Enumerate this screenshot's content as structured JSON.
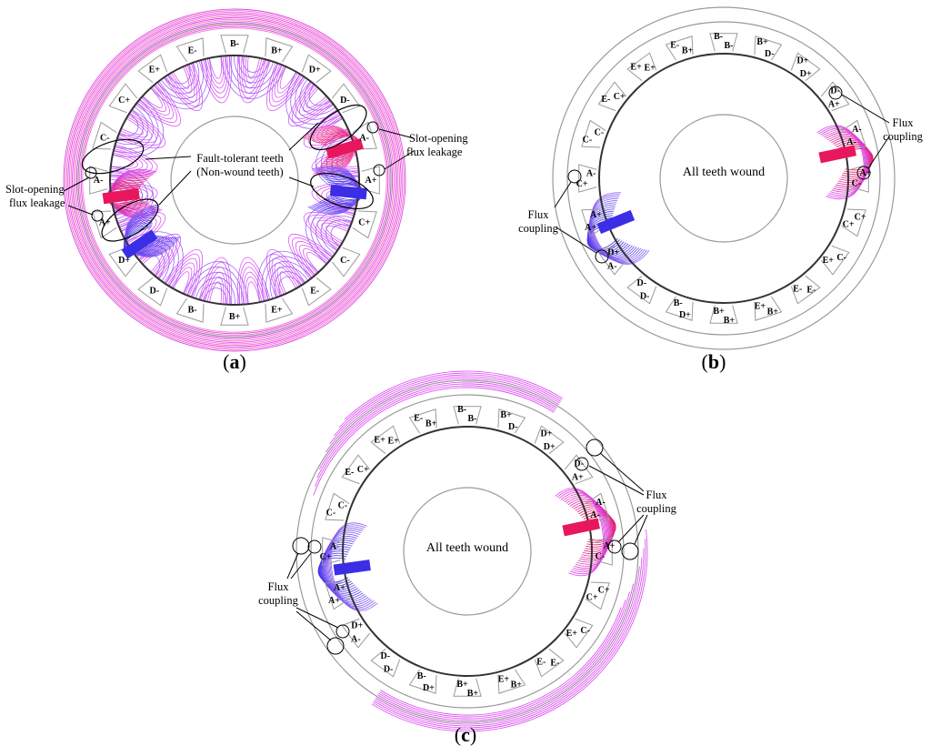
{
  "colors": {
    "flux_red": "#e8175d",
    "flux_magenta": "#d946ef",
    "flux_pink": "#f472d0",
    "flux_blue": "#3b2ee6",
    "flux_violet": "#8b5cf6",
    "core_outline": "#9a9a9a",
    "airgap": "#333333",
    "ink": "#000000"
  },
  "panels": [
    {
      "id": "a",
      "caption": "a",
      "slot_labels": [
        "E-",
        "B-",
        "B+",
        "D+",
        "D-",
        "A-",
        "A+",
        "C+",
        "C-",
        "E-",
        "E+",
        "B+",
        "B-",
        "D-",
        "D+",
        "A+",
        "A-",
        "C-",
        "C+",
        "E+"
      ],
      "annotations": {
        "fault_tolerant_l1": "Fault-tolerant teeth",
        "fault_tolerant_l2": "(Non-wound teeth)",
        "slot_leak_left_l1": "Slot-opening",
        "slot_leak_left_l2": "flux leakage",
        "slot_leak_right_l1": "Slot-opening",
        "slot_leak_right_l2": "flux leakage"
      }
    },
    {
      "id": "b",
      "caption": "b",
      "center_text": "All teeth wound",
      "slot_pairs": [
        "B-B-",
        "B+D-",
        "D+D+",
        "D-A+",
        "A-A-",
        "A+C-",
        "C+C+",
        "C-E+",
        "E-E-",
        "B+E+",
        "B+B+",
        "D+B-",
        "D-D-",
        "A-D+",
        "A+A+",
        "C+A-",
        "C-C-",
        "E-C+",
        "E+E+",
        "E-B+"
      ],
      "annotations": {
        "flux_right_l1": "Flux",
        "flux_right_l2": "coupling",
        "flux_left_l1": "Flux",
        "flux_left_l2": "coupling"
      }
    },
    {
      "id": "c",
      "caption": "c",
      "center_text": "All teeth wound",
      "slot_pairs": [
        "B-B-",
        "B+D-",
        "D+D+",
        "D-A+",
        "A-A-",
        "A+C-",
        "C+C+",
        "C-E+",
        "E-E-",
        "B+E+",
        "B+B+",
        "D+B-",
        "D-D-",
        "A-D+",
        "A+A+",
        "C+A-",
        "C-C-",
        "E-C+",
        "E+E+",
        "E-B+"
      ],
      "annotations": {
        "flux_right_l1": "Flux",
        "flux_right_l2": "coupling",
        "flux_left_l1": "Flux",
        "flux_left_l2": "coupling"
      }
    }
  ]
}
